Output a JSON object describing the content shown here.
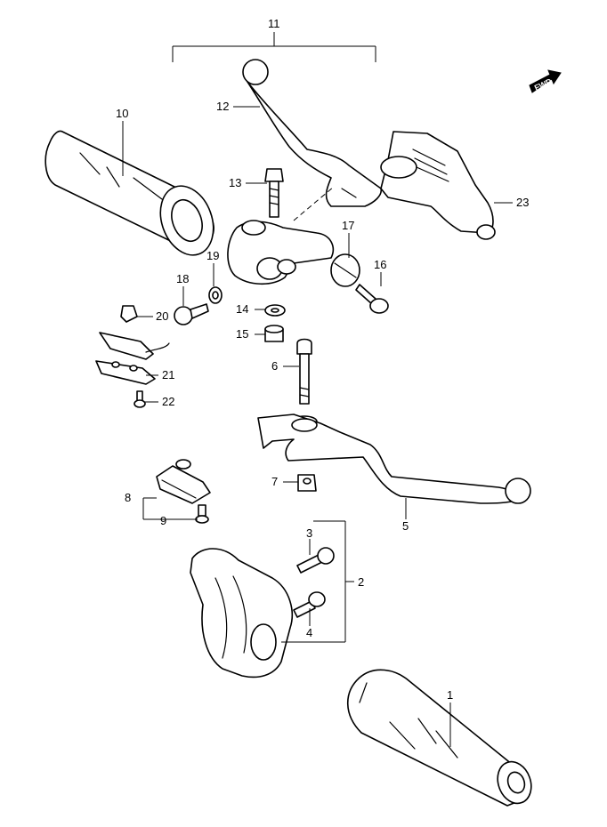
{
  "diagram": {
    "fwd_badge": "FWD",
    "callouts": {
      "c1": "1",
      "c2": "2",
      "c3": "3",
      "c4": "4",
      "c5": "5",
      "c6": "6",
      "c7": "7",
      "c8": "8",
      "c9": "9",
      "c10": "10",
      "c11": "11",
      "c12": "12",
      "c13": "13",
      "c14": "14",
      "c15": "15",
      "c16": "16",
      "c17": "17",
      "c18": "18",
      "c19": "19",
      "c20": "20",
      "c21": "21",
      "c22": "22",
      "c23": "23"
    }
  }
}
